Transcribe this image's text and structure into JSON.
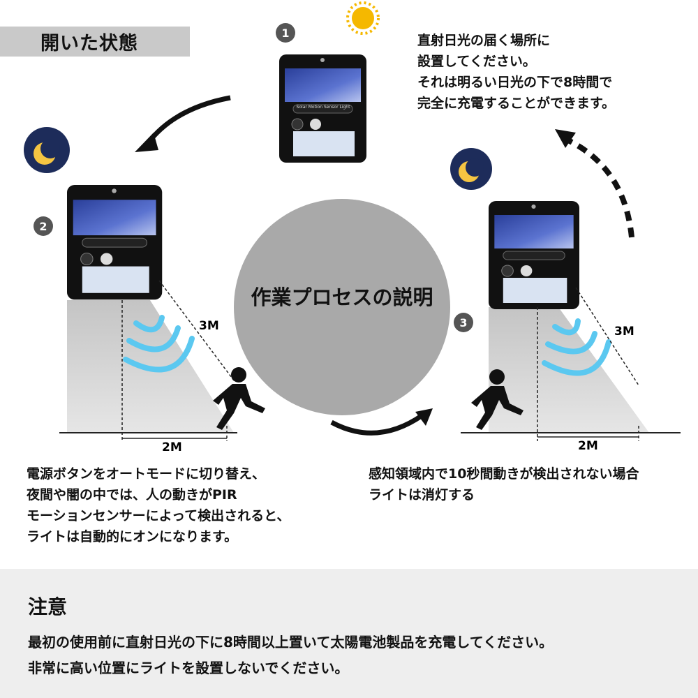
{
  "header": {
    "title": "開いた状態"
  },
  "center": {
    "title": "作業プロセスの説明"
  },
  "steps": [
    {
      "number": "1"
    },
    {
      "number": "2"
    },
    {
      "number": "3"
    }
  ],
  "product_label": "Solar Motion Sensor Light",
  "sunlight_text": [
    "直射日光の届く場所に",
    "設置してください。",
    "それは明るい日光の下で8時間で",
    "完全に充電することができます。"
  ],
  "distances": {
    "left_diag": "3M",
    "left_ground": "2M",
    "right_diag": "3M",
    "right_ground": "2M"
  },
  "left_desc": [
    "電源ボタンをオートモードに切り替え、",
    "夜間や闇の中では、人の動きがPIR",
    "モーションセンサーによって検出されると、",
    "ライトは自動的にオンになります。"
  ],
  "right_desc": [
    "感知領域内で10秒間動きが検出されない場合",
    "ライトは消灯する"
  ],
  "notice": {
    "title": "注意",
    "lines": [
      "最初の使用前に直射日光の下に8時間以上置いて太陽電池製品を充電してください。",
      "非常に高い位置にライトを設置しないでください。"
    ]
  },
  "colors": {
    "title_bar": "#c9c9c9",
    "circle": "#a9a9a9",
    "notice_bg": "#eeeeee",
    "wave": "#5bc8f0",
    "moon_bg": "#1d2c5a",
    "sun": "#f5b800"
  }
}
